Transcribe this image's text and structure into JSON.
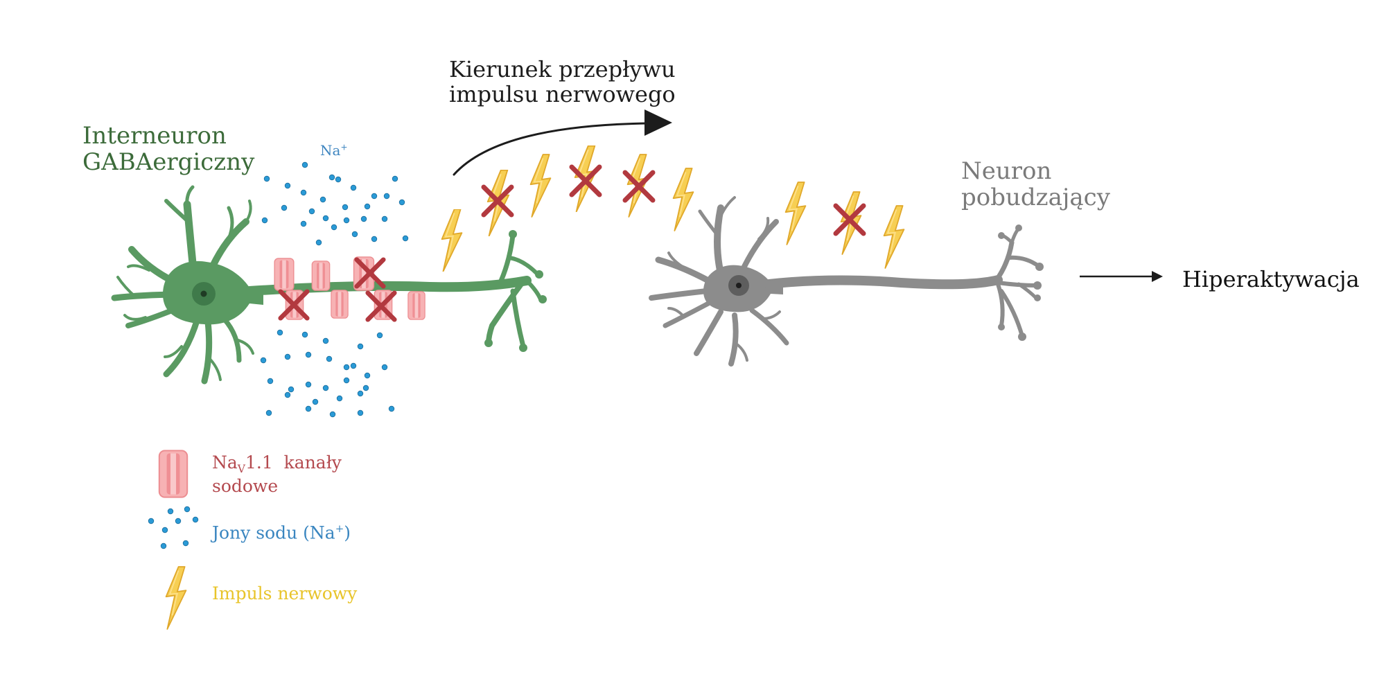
{
  "labels": {
    "interneuron_line1": "Interneuron",
    "interneuron_line2": "GABAergiczny",
    "na_ion": "Na",
    "na_ion_sup": "+",
    "flow_line1": "Kierunek przepływu",
    "flow_line2": "impulsu nerwowego",
    "neuron_line1": "Neuron",
    "neuron_line2": "pobudzający",
    "hyper": "Hiperaktywacja"
  },
  "legend": {
    "channel_prefix": "Na",
    "channel_sub": "V",
    "channel_suffix": "1.1  kanały",
    "channel_line2": "sodowe",
    "ions_prefix": "Jony sodu (Na",
    "ions_sup": "+",
    "ions_suffix": ")",
    "impulse": "Impuls nerwowy"
  },
  "colors": {
    "interneuron": "#5a9a62",
    "excitatory_neuron": "#8c8c8c",
    "channel": "#f4a5a8",
    "block_x": "#b2393f",
    "ion": "#2a9ad6",
    "impulse": "#f7cf53",
    "label_green": "#3c6b3a",
    "label_gray": "#7a7a7a",
    "legend_red": "#b44a4f",
    "legend_blue": "#3a86c0",
    "legend_yellow": "#e8c42a"
  },
  "icons": {
    "channel": "sodium-channel-icon",
    "ion": "sodium-ion-icon",
    "impulse": "lightning-bolt-icon",
    "block": "red-x-icon"
  }
}
